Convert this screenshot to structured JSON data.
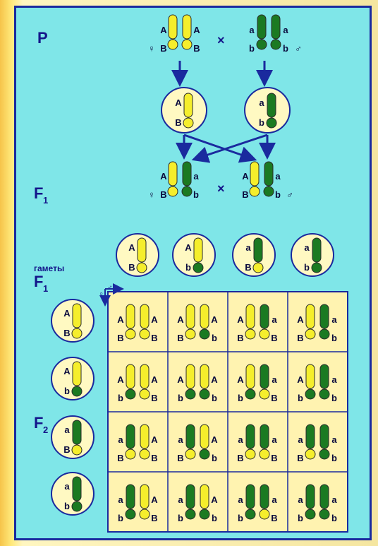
{
  "labels": {
    "parents": "P",
    "f1_main": "F",
    "f1_main_sub": "1",
    "gametes_word": "гаметы",
    "gametes_f": "F",
    "gametes_f_sub": "1",
    "f2": "F",
    "f2_sub": "2",
    "cross_sign": "×",
    "female_sign": "♀",
    "male_sign": "♂"
  },
  "colors": {
    "background": "#7fe6e8",
    "border": "#1a2a9e",
    "yellow_chromosome": "#f5ee2c",
    "green_chromosome": "#1b7a22",
    "circle_fill": "#fff9c2",
    "arrow": "#1a2a9e"
  },
  "parents": {
    "female": {
      "left": {
        "top": "A",
        "bottom": "B",
        "color": "yellow"
      },
      "right": {
        "top": "A",
        "bottom": "B",
        "color": "yellow"
      },
      "sex": "♀"
    },
    "male": {
      "left": {
        "top": "a",
        "bottom": "b",
        "color": "green"
      },
      "right": {
        "top": "a",
        "bottom": "b",
        "color": "green"
      },
      "sex": "♂"
    }
  },
  "parent_gametes": [
    {
      "top": "A",
      "bottom": "B",
      "color": "yellow"
    },
    {
      "top": "a",
      "bottom": "b",
      "color": "green"
    }
  ],
  "f1_hybrids": [
    {
      "sex": "♀",
      "left": {
        "top": "A",
        "bottom": "B",
        "color": "yellow"
      },
      "right": {
        "top": "a",
        "bottom": "b",
        "color": "green"
      }
    },
    {
      "sex": "♂",
      "left": {
        "top": "A",
        "bottom": "B",
        "color": "yellow"
      },
      "right": {
        "top": "a",
        "bottom": "b",
        "color": "green"
      }
    }
  ],
  "f1_gametes": [
    {
      "top": "A",
      "bottom": "B",
      "chromo": "yellow",
      "ball": "yellow"
    },
    {
      "top": "A",
      "bottom": "b",
      "chromo": "yellow",
      "ball": "green"
    },
    {
      "top": "a",
      "bottom": "B",
      "chromo": "green",
      "ball": "yellow"
    },
    {
      "top": "a",
      "bottom": "b",
      "chromo": "green",
      "ball": "green"
    }
  ],
  "f2_grid": [
    [
      [
        {
          "t": "A",
          "b": "B",
          "c": "y",
          "bc": "y"
        },
        {
          "t": "A",
          "b": "B",
          "c": "y",
          "bc": "y"
        }
      ],
      [
        {
          "t": "A",
          "b": "B",
          "c": "y",
          "bc": "y"
        },
        {
          "t": "A",
          "b": "b",
          "c": "y",
          "bc": "g"
        }
      ],
      [
        {
          "t": "A",
          "b": "B",
          "c": "y",
          "bc": "y"
        },
        {
          "t": "a",
          "b": "B",
          "c": "g",
          "bc": "y"
        }
      ],
      [
        {
          "t": "A",
          "b": "B",
          "c": "y",
          "bc": "y"
        },
        {
          "t": "a",
          "b": "b",
          "c": "g",
          "bc": "g"
        }
      ]
    ],
    [
      [
        {
          "t": "A",
          "b": "b",
          "c": "y",
          "bc": "g"
        },
        {
          "t": "A",
          "b": "B",
          "c": "y",
          "bc": "y"
        }
      ],
      [
        {
          "t": "A",
          "b": "b",
          "c": "y",
          "bc": "g"
        },
        {
          "t": "A",
          "b": "b",
          "c": "y",
          "bc": "g"
        }
      ],
      [
        {
          "t": "A",
          "b": "b",
          "c": "y",
          "bc": "g"
        },
        {
          "t": "a",
          "b": "B",
          "c": "g",
          "bc": "y"
        }
      ],
      [
        {
          "t": "A",
          "b": "b",
          "c": "y",
          "bc": "g"
        },
        {
          "t": "a",
          "b": "b",
          "c": "g",
          "bc": "g"
        }
      ]
    ],
    [
      [
        {
          "t": "a",
          "b": "B",
          "c": "g",
          "bc": "y"
        },
        {
          "t": "A",
          "b": "B",
          "c": "y",
          "bc": "y"
        }
      ],
      [
        {
          "t": "a",
          "b": "B",
          "c": "g",
          "bc": "y"
        },
        {
          "t": "A",
          "b": "b",
          "c": "y",
          "bc": "g"
        }
      ],
      [
        {
          "t": "a",
          "b": "B",
          "c": "g",
          "bc": "y"
        },
        {
          "t": "a",
          "b": "B",
          "c": "g",
          "bc": "y"
        }
      ],
      [
        {
          "t": "a",
          "b": "B",
          "c": "g",
          "bc": "y"
        },
        {
          "t": "a",
          "b": "b",
          "c": "g",
          "bc": "g"
        }
      ]
    ],
    [
      [
        {
          "t": "a",
          "b": "b",
          "c": "g",
          "bc": "g"
        },
        {
          "t": "A",
          "b": "B",
          "c": "y",
          "bc": "y"
        }
      ],
      [
        {
          "t": "a",
          "b": "b",
          "c": "g",
          "bc": "g"
        },
        {
          "t": "A",
          "b": "b",
          "c": "y",
          "bc": "g"
        }
      ],
      [
        {
          "t": "a",
          "b": "b",
          "c": "g",
          "bc": "g"
        },
        {
          "t": "a",
          "b": "B",
          "c": "g",
          "bc": "y"
        }
      ],
      [
        {
          "t": "a",
          "b": "b",
          "c": "g",
          "bc": "g"
        },
        {
          "t": "a",
          "b": "b",
          "c": "g",
          "bc": "g"
        }
      ]
    ]
  ]
}
